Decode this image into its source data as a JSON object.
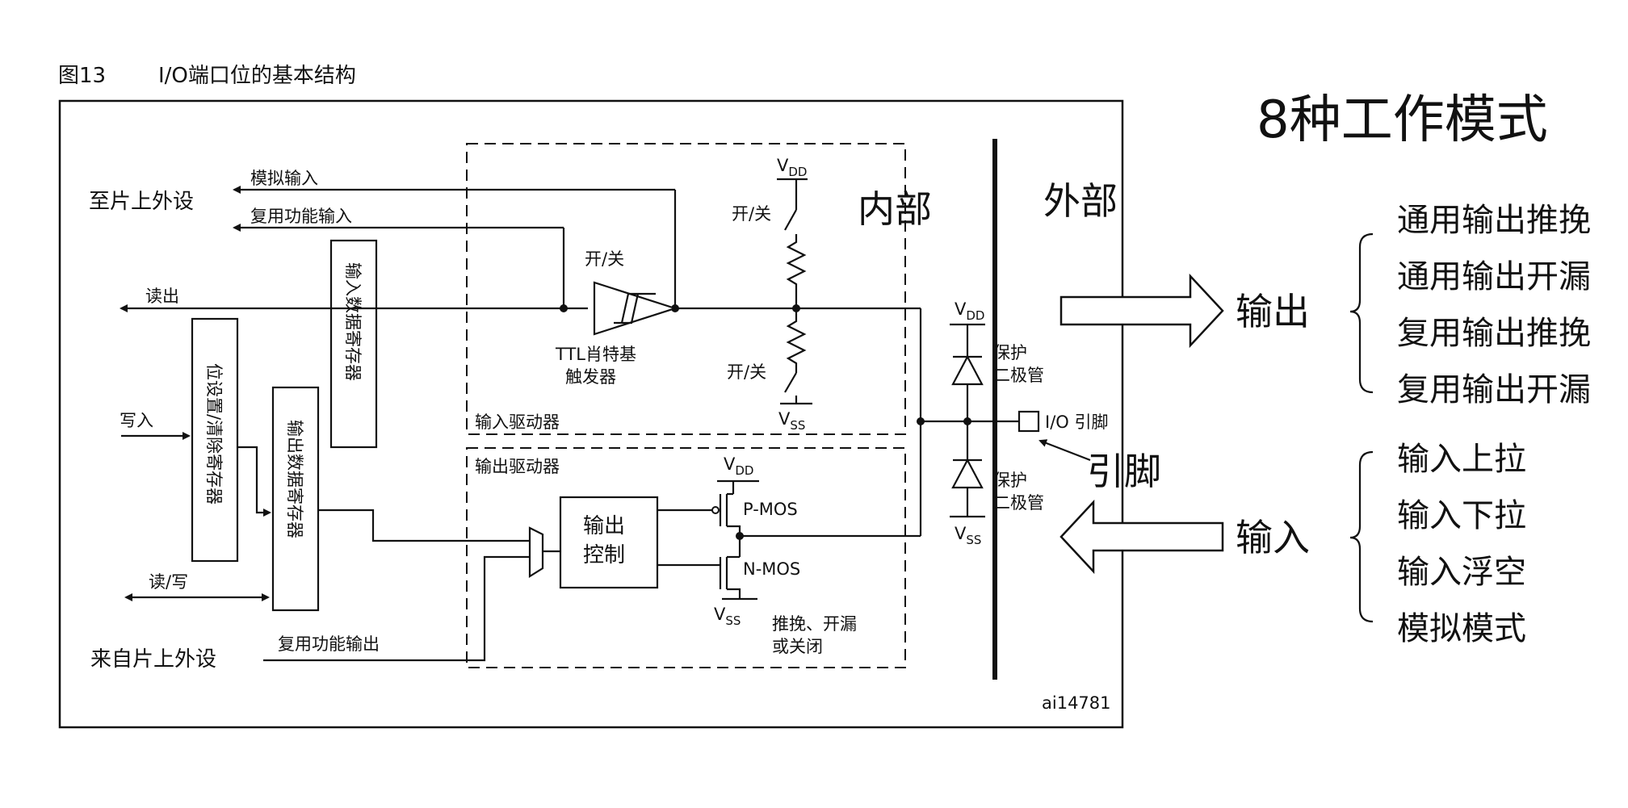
{
  "figure": {
    "caption": "图13",
    "caption_title": "I/O端口位的基本结构",
    "ref_code": "ai14781"
  },
  "zones": {
    "inside": "内部",
    "outside": "外部"
  },
  "left_labels": {
    "to_peripheral": "至片上外设",
    "analog_in": "模拟输入",
    "alt_func_in": "复用功能输入",
    "read": "读出",
    "write": "写入",
    "read_write": "读/写",
    "from_peripheral": "来自片上外设",
    "alt_func_out": "复用功能输出"
  },
  "registers": {
    "bsrr": "位设置/清除寄存器",
    "idr": "输入数据寄存器",
    "odr": "输出数据寄存器"
  },
  "input_driver": {
    "label": "输入驱动器",
    "switch_top": "开/关",
    "switch_trigger": "开/关",
    "switch_bottom": "开/关",
    "trigger_line1": "TTL肖特基",
    "trigger_line2": "触发器",
    "vdd": "V",
    "vdd_sub": "DD",
    "vss": "V",
    "vss_sub": "SS"
  },
  "output_driver": {
    "label": "输出驱动器",
    "ctrl_line1": "输出",
    "ctrl_line2": "控制",
    "pmos": "P-MOS",
    "nmos": "N-MOS",
    "mode_line1": "推挽、开漏",
    "mode_line2": "或关闭",
    "vdd": "V",
    "vdd_sub": "DD",
    "vss": "V",
    "vss_sub": "SS"
  },
  "protection": {
    "line1_top": "保护",
    "line2_top": "二极管",
    "line1_bottom": "保护",
    "line2_bottom": "二极管",
    "vdd": "V",
    "vdd_sub": "DD",
    "vss": "V",
    "vss_sub": "SS"
  },
  "pin": {
    "label": "I/O 引脚",
    "annotation": "引脚"
  },
  "modes": {
    "title": "8种工作模式",
    "output_label": "输出",
    "input_label": "输入",
    "output_modes": [
      "通用输出推挽",
      "通用输出开漏",
      "复用输出推挽",
      "复用输出开漏"
    ],
    "input_modes": [
      "输入上拉",
      "输入下拉",
      "输入浮空",
      "模拟模式"
    ]
  }
}
